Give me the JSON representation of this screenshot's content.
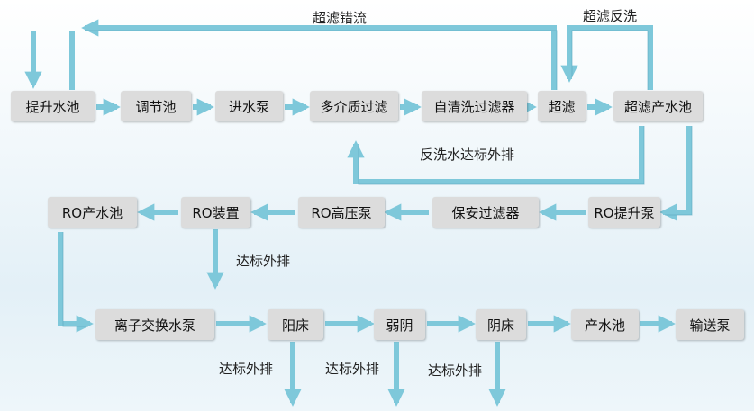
{
  "colors": {
    "flow": "#7ec8da",
    "node_bg": "#dcdcdc",
    "line_dark": "#5ba8be"
  },
  "nodes": {
    "lift_pool": "提升水池",
    "adjust_pool": "调节池",
    "feed_pump": "进水泵",
    "multimedia_filter": "多介质过滤",
    "self_clean_filter": "自清洗过滤器",
    "uf": "超滤",
    "uf_product_pool": "超滤产水池",
    "ro_lift_pump": "RO提升泵",
    "security_filter": "保安过滤器",
    "ro_hp_pump": "RO高压泵",
    "ro_unit": "RO装置",
    "ro_product_pool": "RO产水池",
    "ion_exchange_pump": "离子交换水泵",
    "cation_bed": "阳床",
    "weak_anion": "弱阴",
    "anion_bed": "阴床",
    "product_pool": "产水池",
    "delivery_pump": "输送泵"
  },
  "labels": {
    "uf_wrong_flow": "超滤错流",
    "uf_backwash": "超滤反洗",
    "backwash_discharge": "反洗水达标外排",
    "ro_discharge": "达标外排",
    "cation_discharge": "达标外排",
    "weak_anion_discharge": "达标外排",
    "anion_discharge": "达标外排"
  }
}
